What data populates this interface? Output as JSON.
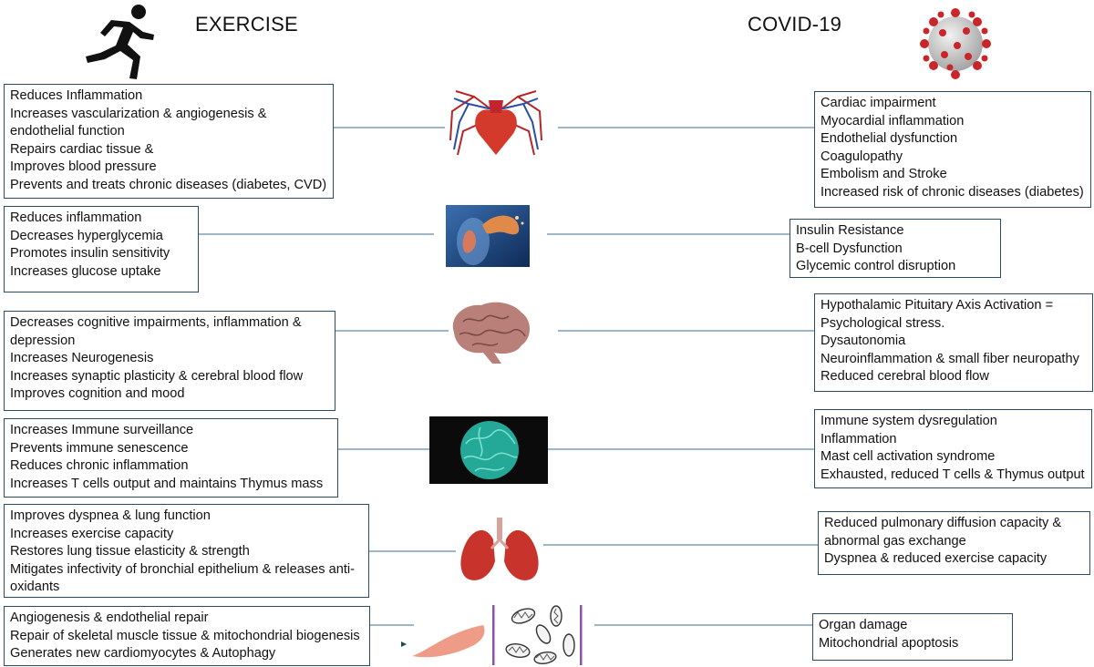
{
  "headings": {
    "left": "EXERCISE",
    "right": "COVID-19"
  },
  "icons": {
    "runner": "running-person-icon",
    "virus": "coronavirus-icon",
    "heart": "heart-vasculature-icon",
    "pancreas": "pancreas-icon",
    "brain": "brain-icon",
    "immune": "immune-cell-icon",
    "lungs": "lungs-icon",
    "muscle": "muscle-fiber-icon",
    "mitochondria": "mitochondria-icon"
  },
  "colors": {
    "box_border": "#2d4a63",
    "connector": "#7f9db4",
    "bar": "#8e4fb0"
  },
  "rows": [
    {
      "exercise": [
        "Reduces Inflammation",
        "Increases vascularization & angiogenesis &",
        "endothelial function",
        "Repairs cardiac tissue &",
        "Improves blood pressure",
        "Prevents and treats chronic diseases (diabetes, CVD)"
      ],
      "covid": [
        "Cardiac impairment",
        "Myocardial inflammation",
        "Endothelial dysfunction",
        "Coagulopathy",
        "Embolism and Stroke",
        "Increased risk of chronic diseases (diabetes)"
      ]
    },
    {
      "exercise": [
        "Reduces inflammation",
        "Decreases hyperglycemia",
        "Promotes insulin sensitivity",
        "Increases glucose uptake"
      ],
      "covid": [
        "Insulin Resistance",
        "B-cell Dysfunction",
        "Glycemic control disruption"
      ]
    },
    {
      "exercise": [
        "Decreases cognitive impairments, inflammation &",
        "depression",
        "Increases Neurogenesis",
        "Increases synaptic plasticity & cerebral blood flow",
        "Improves cognition and mood"
      ],
      "covid": [
        "Hypothalamic Pituitary Axis Activation =",
        "Psychological stress.",
        "Dysautonomia",
        "Neuroinflammation & small fiber neuropathy",
        "Reduced cerebral blood flow"
      ]
    },
    {
      "exercise": [
        "Increases Immune surveillance",
        "Prevents immune senescence",
        "Reduces chronic inflammation",
        "Increases T cells output and maintains Thymus mass"
      ],
      "covid": [
        "Immune system dysregulation",
        "Inflammation",
        "Mast cell activation syndrome",
        "Exhausted, reduced T cells & Thymus output"
      ]
    },
    {
      "exercise": [
        "Improves dyspnea & lung function",
        "Increases exercise capacity",
        "Restores lung tissue elasticity & strength",
        "Mitigates infectivity of bronchial epithelium & releases anti-",
        "oxidants"
      ],
      "covid": [
        "Reduced pulmonary diffusion capacity &",
        "abnormal gas exchange",
        "Dyspnea & reduced exercise capacity"
      ]
    },
    {
      "exercise": [
        "Angiogenesis & endothelial repair",
        "Repair of skeletal muscle tissue & mitochondrial biogenesis",
        "Generates new cardiomyocytes & Autophagy"
      ],
      "covid": [
        "Organ damage",
        "Mitochondrial apoptosis"
      ]
    }
  ]
}
